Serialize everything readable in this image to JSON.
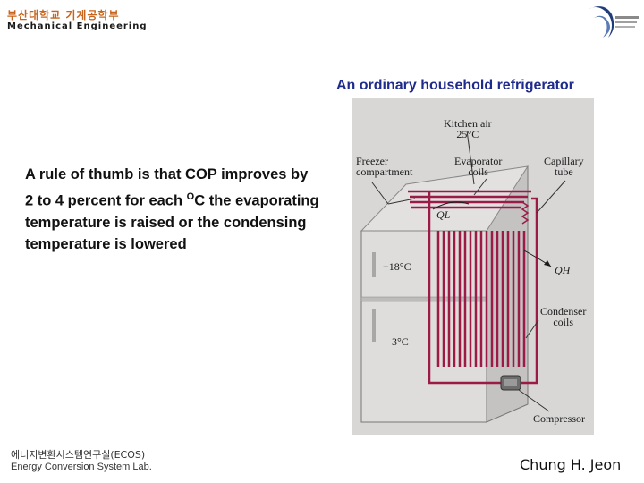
{
  "header": {
    "dept_korean": "부산대학교 기계공학부",
    "dept_english": "Mechanical Engineering"
  },
  "figure": {
    "title": "An ordinary household refrigerator",
    "labels": {
      "kitchen_air": "Kitchen air",
      "kitchen_temp": "25°C",
      "freezer_1": "Freezer",
      "freezer_2": "compartment",
      "evap_1": "Evaporator",
      "evap_2": "coils",
      "capillary_1": "Capillary",
      "capillary_2": "tube",
      "ql": "QL",
      "qh": "QH",
      "freezer_temp": "−18°C",
      "fridge_temp": "3°C",
      "condenser_1": "Condenser",
      "condenser_2": "coils",
      "compressor": "Compressor"
    }
  },
  "main_text": {
    "before_unit": "A rule of thumb is that COP improves by 2 to 4 percent for each ",
    "unit_sup": "O",
    "after_unit": "C the evaporating temperature is raised or the condensing temperature is lowered"
  },
  "footer": {
    "lab_korean": "에너지변환시스템연구실(ECOS)",
    "lab_english": "Energy Conversion System Lab.",
    "author": "Chung H. Jeon"
  },
  "colors": {
    "title_blue": "#1e2b8c",
    "header_orange": "#c8641c",
    "coil_red": "#9b1b46",
    "figure_bg": "#d8d7d6"
  },
  "icons": {
    "university_logo": "university-emblem-icon",
    "compressor": "compressor-icon"
  }
}
